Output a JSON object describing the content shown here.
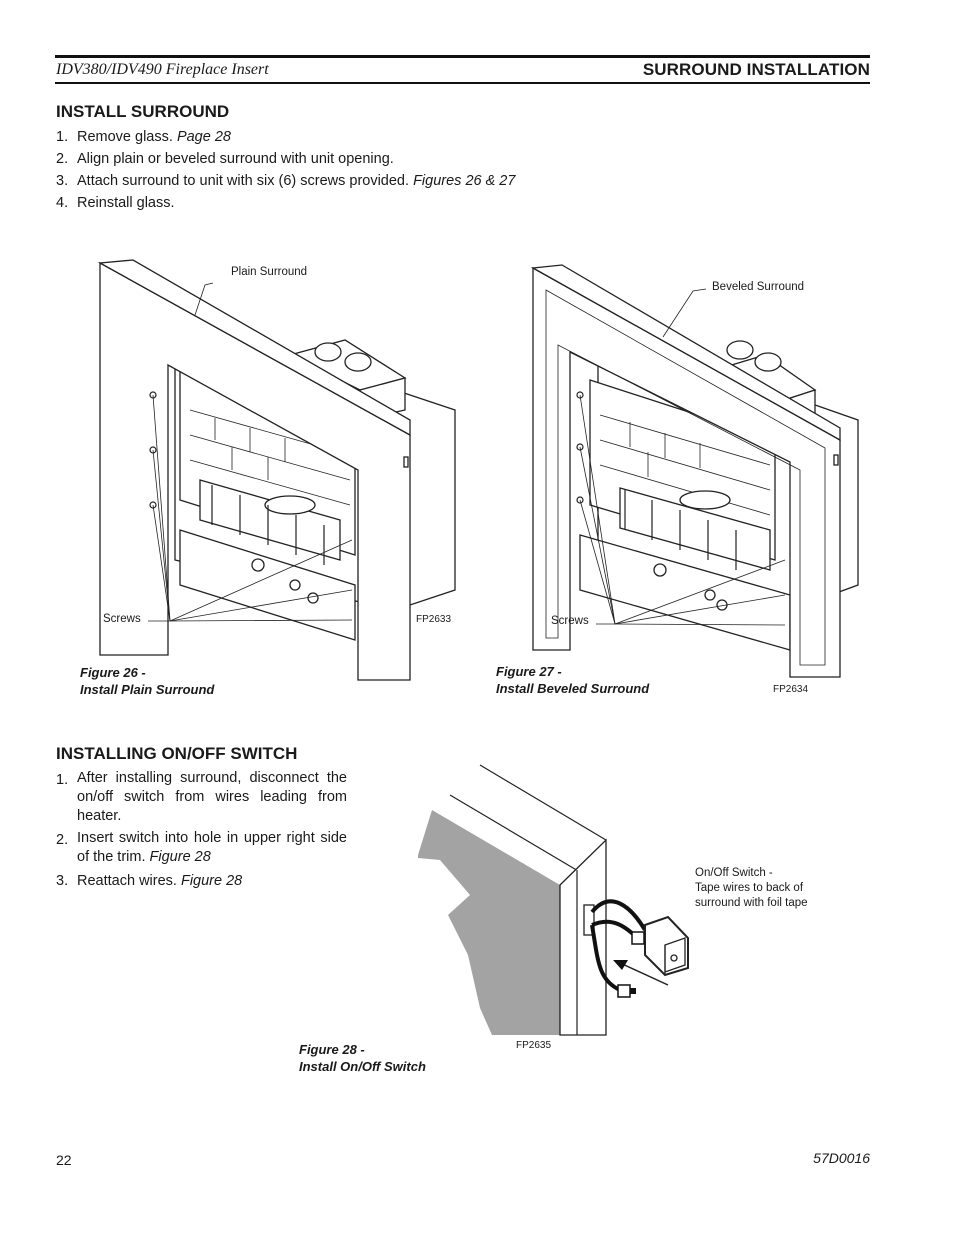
{
  "header": {
    "left": "IDV380/IDV490 Fireplace Insert",
    "right": "SURROUND INSTALLATION"
  },
  "install_surround": {
    "title": "INSTALL SURROUND",
    "steps": [
      {
        "num": "1.",
        "text": "Remove glass. ",
        "ref": "Page 28"
      },
      {
        "num": "2.",
        "text": "Align plain or beveled surround with unit opening.",
        "ref": ""
      },
      {
        "num": "3.",
        "text": "Attach surround to unit with six (6) screws provided. ",
        "ref": "Figures 26 & 27"
      },
      {
        "num": "4.",
        "text": "Reinstall glass.",
        "ref": ""
      }
    ]
  },
  "figure26": {
    "callout_top": "Plain Surround",
    "callout_screws": "Screws",
    "code": "FP2633",
    "caption_line1": "Figure 26 -",
    "caption_line2": "Install Plain Surround"
  },
  "figure27": {
    "callout_top": "Beveled Surround",
    "callout_screws": "Screws",
    "code": "FP2634",
    "caption_line1": "Figure 27 -",
    "caption_line2": "Install Beveled Surround"
  },
  "switch": {
    "title": "INSTALLING ON/OFF SWITCH",
    "steps": [
      {
        "num": "1.",
        "text": "After installing surround, disconnect the on/off switch from wires leading from heater.",
        "ref": ""
      },
      {
        "num": "2.",
        "text": "Insert switch into hole in upper right side of the trim. ",
        "ref": "Figure 28"
      },
      {
        "num": "3.",
        "text": "Reattach wires. ",
        "ref": "Figure 28"
      }
    ]
  },
  "figure28": {
    "callout_line1": "On/Off Switch -",
    "callout_line2": "Tape wires to back of",
    "callout_line3": "surround with foil tape",
    "code": "FP2635",
    "caption_line1": "Figure 28 -",
    "caption_line2": "Install On/Off Switch"
  },
  "footer": {
    "page_number": "22",
    "doc_code": "57D0016"
  }
}
